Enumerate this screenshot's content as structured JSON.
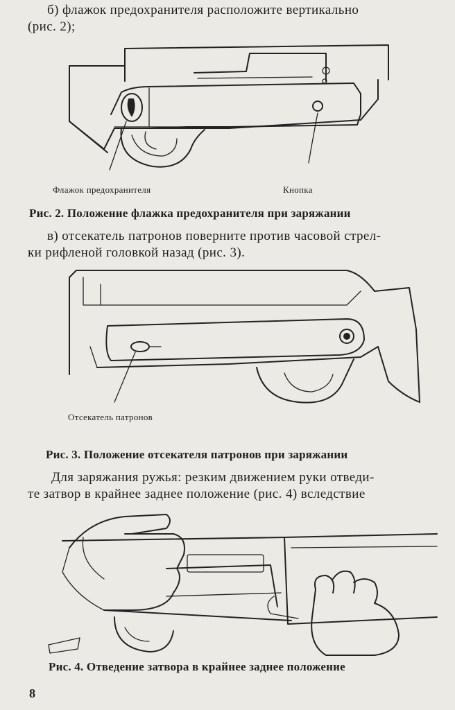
{
  "paragraphs": {
    "b_line1": "б) флажок  предохранителя  расположите  вертикально",
    "b_line2": "(рис. 2);",
    "v_line1": "в) отсекатель патронов поверните против часовой стрел-",
    "v_line2": "ки рифленой головкой назад (рис. 3).",
    "load_line1": "Для заряжания ружья: резким движением руки  отведи-",
    "load_line2": "те затвор в крайнее заднее положение  (рис. 4)  вследствие"
  },
  "figure2": {
    "label_flag": "Флажок предохранителя",
    "label_button": "Кнопка",
    "caption": "Рис. 2. Положение флажка предохранителя при  заряжании"
  },
  "figure3": {
    "label_cutoff": "Отсекатель патронов",
    "caption": "Рис. 3. Положение отсекателя патронов  при  заряжании"
  },
  "figure4": {
    "caption": "Рис. 4. Отведение затвора в крайнее заднее положение"
  },
  "page_number": "8"
}
